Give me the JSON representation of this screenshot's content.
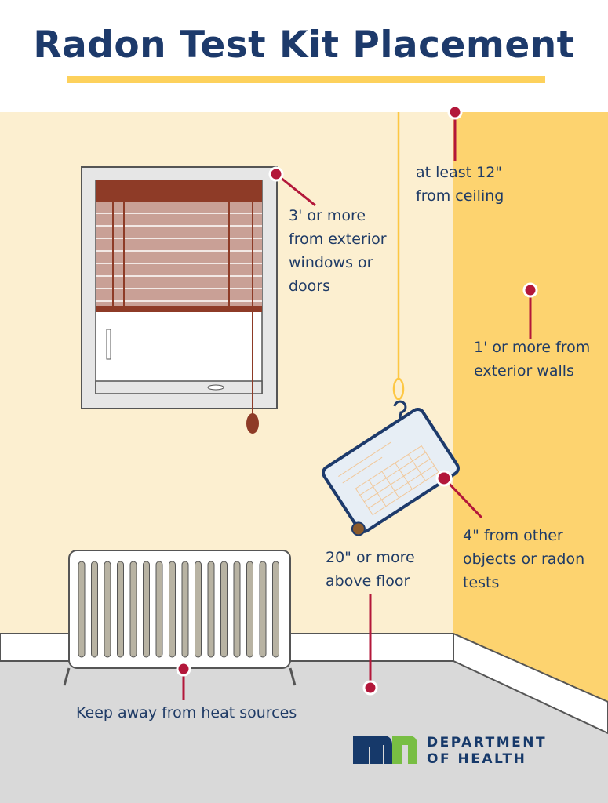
{
  "title": "Radon Test Kit Placement",
  "labels": {
    "ceiling": "at least 12\"\nfrom ceiling",
    "windows": "3' or more\nfrom exterior\nwindows or\ndoors",
    "walls": "1' or more from\nexterior walls",
    "objects": "4\" from other\nobjects or radon\ntests",
    "floor": "20\" or more\nabove floor",
    "heat": "Keep away from heat sources"
  },
  "logo": {
    "line1": "DEPARTMENT",
    "line2": "OF HEALTH",
    "mark": "mn"
  },
  "colors": {
    "navy": "#1d3a6b",
    "accent_yellow": "#fdd15c",
    "wall_left": "#fcefd0",
    "wall_right": "#fdd36f",
    "floor": "#d9d9d9",
    "pin_red": "#b3173a",
    "logo_green": "#78be43"
  }
}
